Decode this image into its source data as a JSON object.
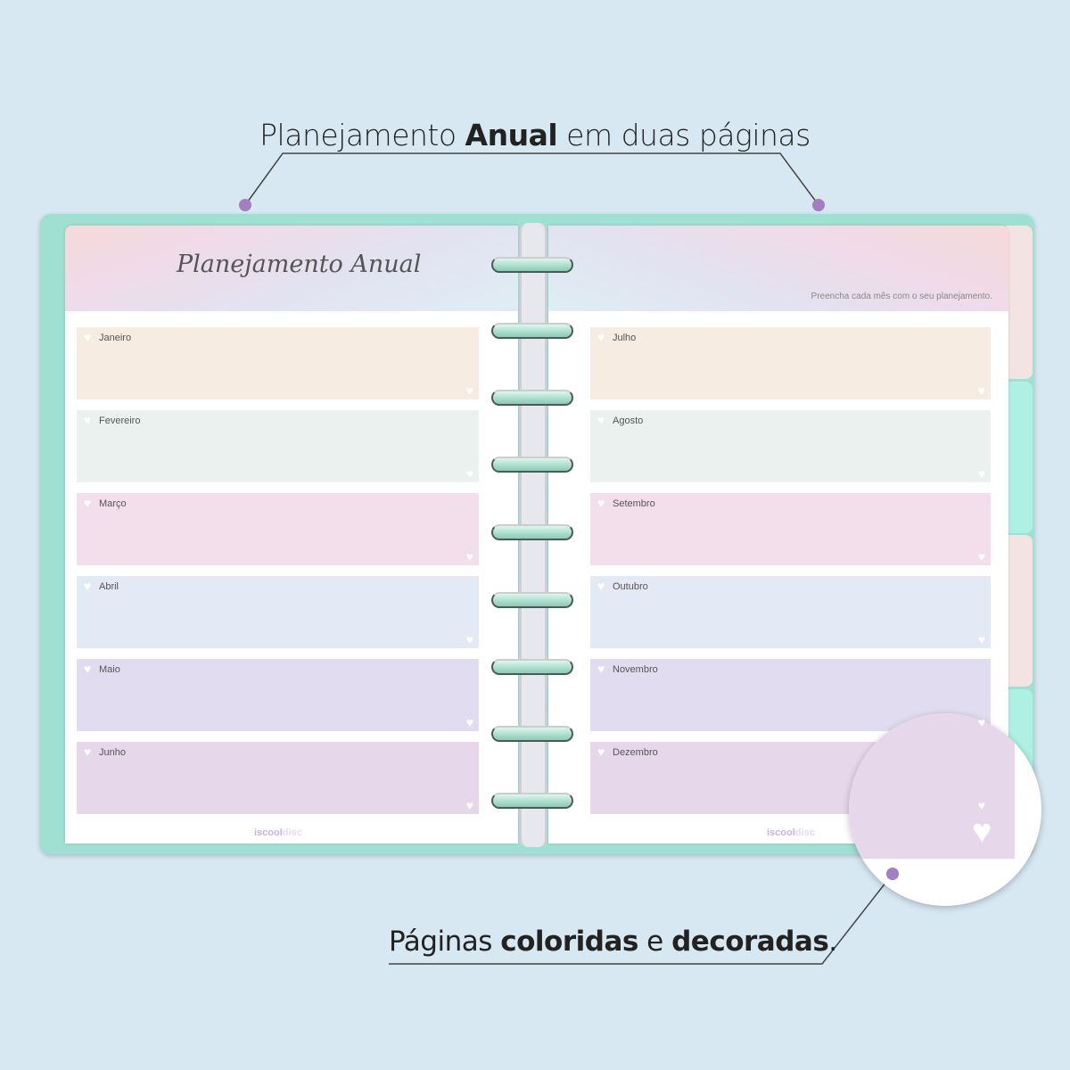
{
  "headline": {
    "pre": "Planejamento ",
    "bold": "Anual",
    "post": " em duas páginas"
  },
  "caption": {
    "pre": "Páginas ",
    "bold1": "coloridas",
    "mid": " e ",
    "bold2": "decoradas",
    "post": "."
  },
  "planner": {
    "title": "Planejamento Anual",
    "subtitle": "Preencha cada mês com o seu planejamento.",
    "logo_main": "iscool",
    "logo_accent": "disc",
    "left_months": [
      {
        "label": "Janeiro",
        "color": "#f7ece1"
      },
      {
        "label": "Fevereiro",
        "color": "#ebf1ef"
      },
      {
        "label": "Março",
        "color": "#f2dfeb"
      },
      {
        "label": "Abril",
        "color": "#e4e9f6"
      },
      {
        "label": "Maio",
        "color": "#e1dcef"
      },
      {
        "label": "Junho",
        "color": "#e6d7ea"
      }
    ],
    "right_months": [
      {
        "label": "Julho",
        "color": "#f7ece1"
      },
      {
        "label": "Agosto",
        "color": "#ebf1ef"
      },
      {
        "label": "Setembro",
        "color": "#f2dfeb"
      },
      {
        "label": "Outubro",
        "color": "#e4e9f6"
      },
      {
        "label": "Novembro",
        "color": "#e1dcef"
      },
      {
        "label": "Dezembro",
        "color": "#e6d7ea"
      }
    ]
  },
  "colors": {
    "background": "#d7e8f3",
    "cover": "#9fe0d3",
    "accent_dot": "#a47fc0"
  }
}
